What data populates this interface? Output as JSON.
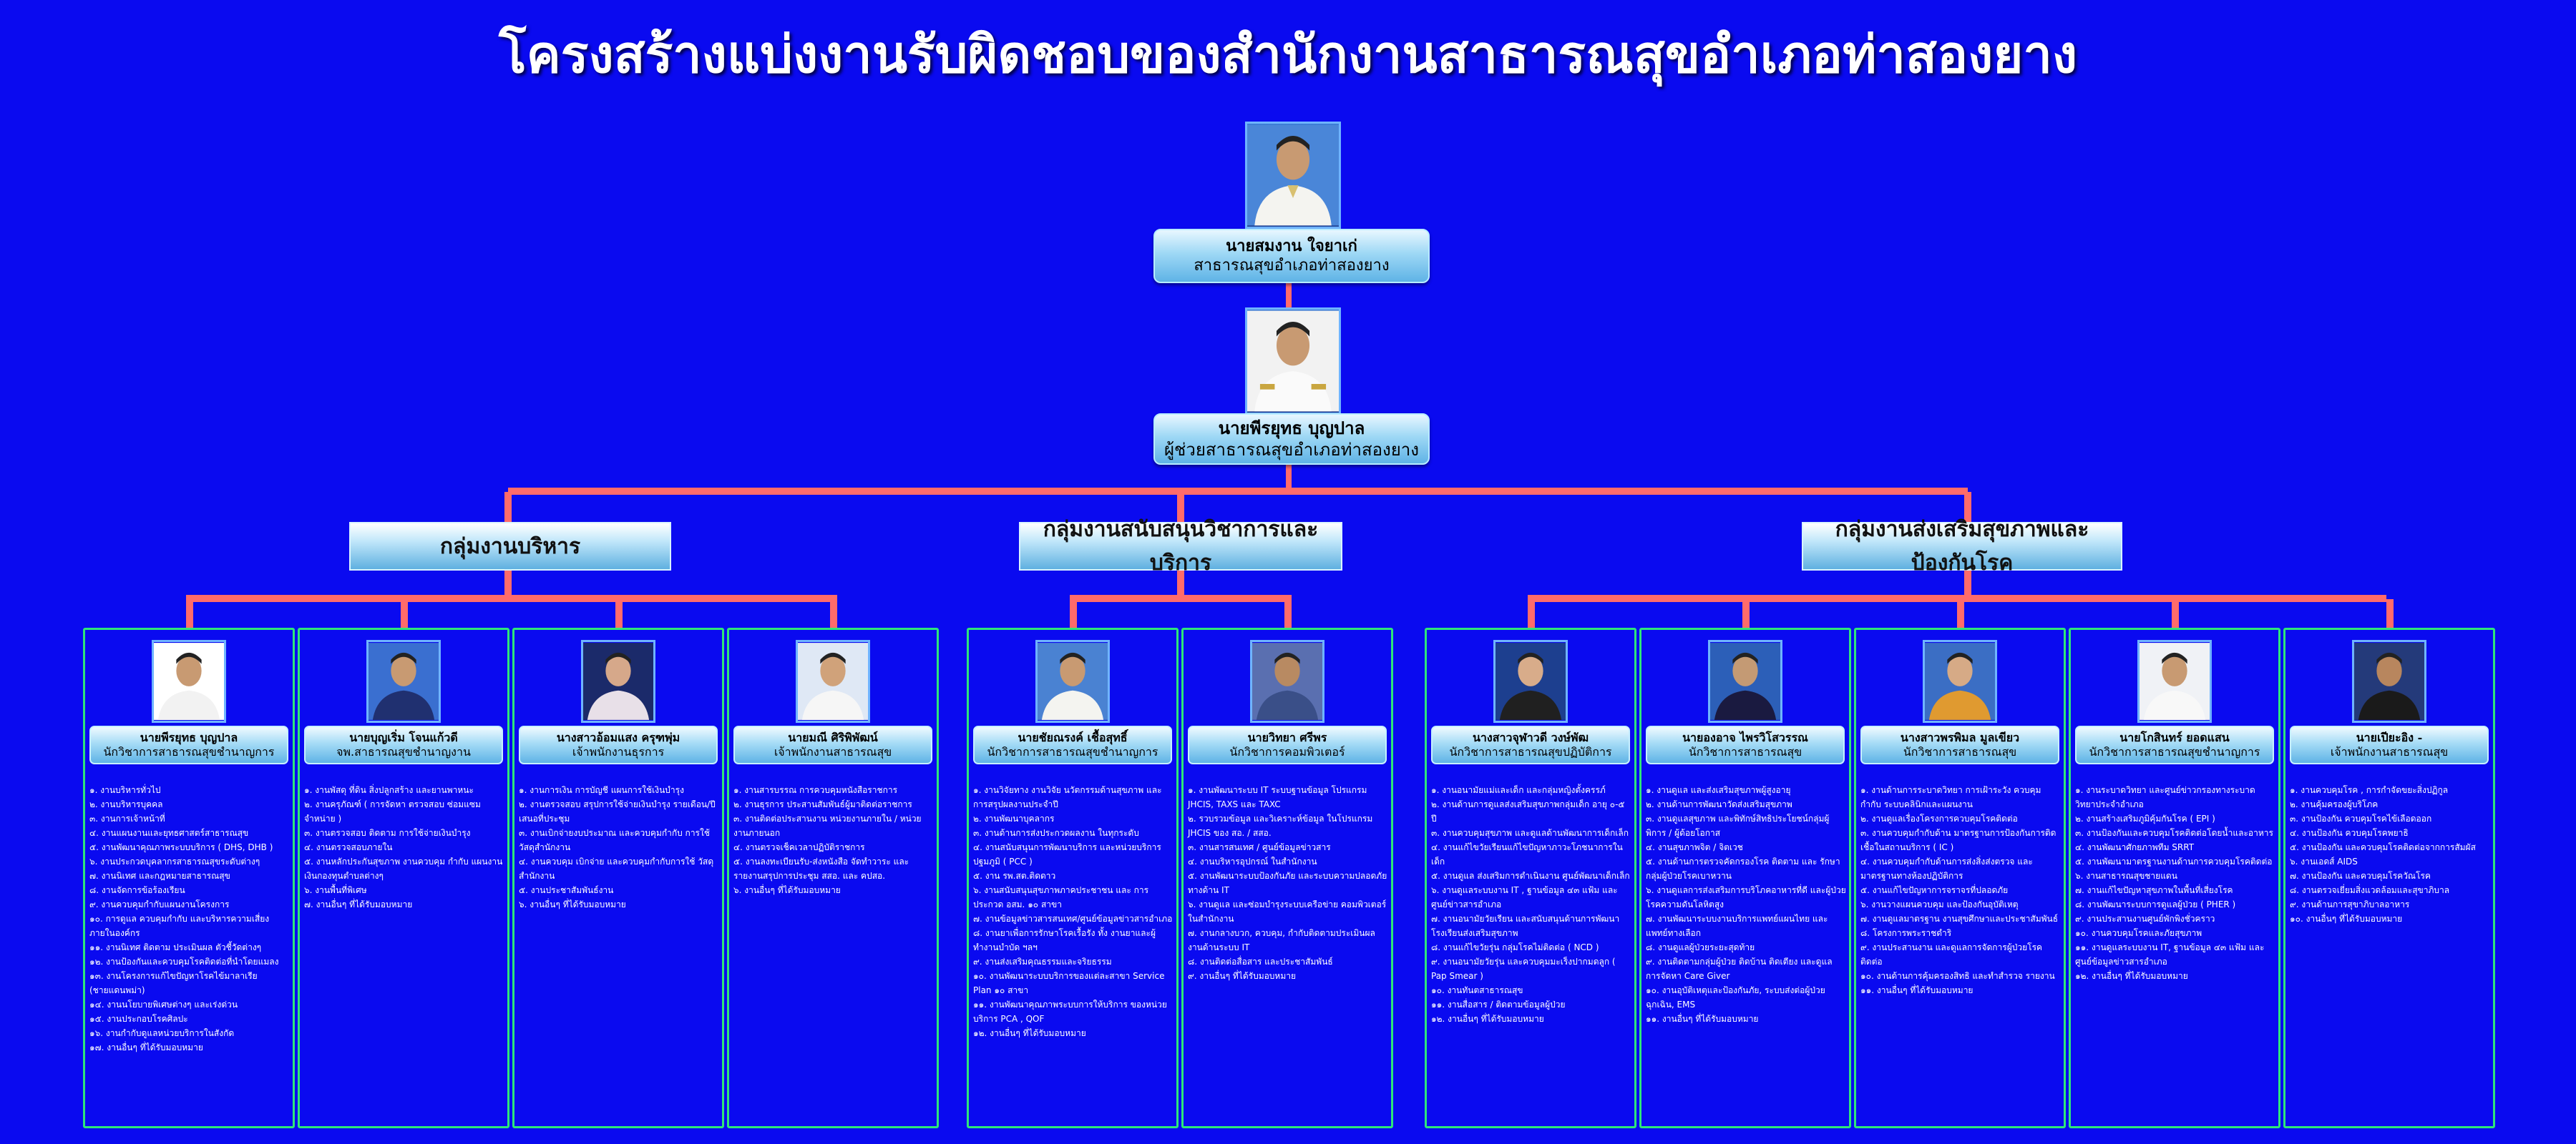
{
  "title": "โครงสร้างแบ่งงานรับผิดชอบของสำนักงานสาธารณสุขอำเภอท่าสองยาง",
  "colors": {
    "background": "#0a0af0",
    "connector": "#ff6b6b",
    "column_border": "#2ee67a"
  },
  "chief": {
    "name": "นายสมงาน  ใจยาเก่",
    "position": "สาธารณสุขอำเภอท่าสองยาง"
  },
  "assistant": {
    "name": "นายพีรยุทธ  บุญปาล",
    "position": "ผู้ช่วยสาธารณสุขอำเภอท่าสองยาง"
  },
  "groups": [
    {
      "label": "กลุ่มงานบริหาร"
    },
    {
      "label": "กลุ่มงานสนับสนุนวิชาการและบริการ"
    },
    {
      "label": "กลุ่มงานส่งเสริมสุขภาพและป้องกันโรค"
    }
  ],
  "staff": [
    {
      "name": "นายพีรยุทธ  บุญปาล",
      "position": "นักวิชาการสาธารณสุขชำนาญการ",
      "duties": [
        "๑. งานบริหารทั่วไป",
        "๒. งานบริหารบุคคล",
        "๓. งานการเจ้าหน้าที่",
        "๔. งานแผนงานและยุทธศาสตร์สาธารณสุข",
        "๕. งานพัฒนาคุณภาพระบบบริการ ( DHS, DHB )",
        "๖. งานประกวดบุคลากรสาธารณสุขระดับต่างๆ",
        "๗. งานนิเทศ และกฎหมายสาธารณสุข",
        "๘. งานจัดการข้อร้องเรียน",
        "๙. งานควบคุมกำกับแผนงานโครงการ",
        "๑๐. การดูแล ควบคุมกำกับ และบริหารความเสี่ยง ภายในองค์กร",
        "๑๑. งานนิเทศ ติดตาม ประเมินผล ตัวชี้วัดต่างๆ",
        "๑๒. งานป้องกันและควบคุมโรคติดต่อที่นำโดยแมลง",
        "๑๓. งานโครงการแก้ไขปัญหาโรคไข้มาลาเรีย (ชายแดนพม่า)",
        "๑๔. งานนโยบายพิเศษต่างๆ และเร่งด่วน",
        "๑๕. งานประกอบโรคศิลปะ",
        "๑๖. งานกำกับดูแลหน่วยบริการในสังกัด",
        "๑๗. งานอื่นๆ ที่ได้รับมอบหมาย"
      ]
    },
    {
      "name": "นายบุญเริ่ม โจนแก้วดี",
      "position": "จพ.สาธารณสุขชำนาญงาน",
      "duties": [
        "๑. งานพัสดุ ที่ดิน สิ่งปลูกสร้าง และยานพาหนะ",
        "๒. งานครุภัณฑ์ ( การจัดหา ตรวจสอบ ซ่อมแซม จำหน่าย )",
        "๓. งานตรวจสอบ ติดตาม การใช้จ่ายเงินบำรุง",
        "๔. งานตรวจสอบภายใน",
        "๕. งานหลักประกันสุขภาพ งานควบคุม กำกับ แผนงานเงินกองทุนตำบลต่างๆ",
        "๖. งานพื้นที่พิเศษ",
        "๗. งานอื่นๆ ที่ได้รับมอบหมาย"
      ]
    },
    {
      "name": "นางสาวอ้อมแสง ครุฑพุ่ม",
      "position": "เจ้าพนักงานธุรการ",
      "duties": [
        "๑. งานการเงิน การบัญชี แผนการใช้เงินบำรุง",
        "๒. งานตรวจสอบ สรุปการใช้จ่ายเงินบำรุง รายเดือน/ปี เสนอที่ประชุม",
        "๓. งานเบิกจ่ายงบประมาณ และควบคุมกำกับ การใช้วัสดุสำนักงาน",
        "๔. งานควบคุม เบิกจ่าย และควบคุมกำกับการใช้ วัสดุสำนักงาน",
        "๕. งานประชาสัมพันธ์งาน",
        "๖. งานอื่นๆ ที่ได้รับมอบหมาย"
      ]
    },
    {
      "name": "นายมณี ศิริพิพัฒน์",
      "position": "เจ้าพนักงานสาธารณสุข",
      "duties": [
        "๑. งานสารบรรณ การควบคุมหนังสือราชการ",
        "๒. งานธุรการ ประสานสัมพันธ์ผู้มาติดต่อราชการ",
        "๓. งานติดต่อประสานงาน หน่วยงานภายใน / หน่วยงานภายนอก",
        "๔. งานตรวจเช็คเวลาปฏิบัติราชการ",
        "๕. งานลงทะเบียนรับ-ส่งหนังสือ จัดทำวาระ และ รายงานสรุปการประชุม สสอ. และ คปสอ.",
        "๖. งานอื่นๆ ที่ได้รับมอบหมาย"
      ]
    },
    {
      "name": "นายชัยณรงค์ เชื้อสุทธิ์",
      "position": "นักวิชาการสาธารณสุขชำนาญการ",
      "duties": [
        "๑. งานวิจัยทาง งานวิจัย นวัตกรรมด้านสุขภาพ และ การสรุปผลงานประจำปี",
        "๒. งานพัฒนาบุคลากร",
        "๓. งานด้านการส่งประกวดผลงาน ในทุกระดับ",
        "๔. งานสนับสนุนการพัฒนาบริการ และหน่วยบริการ ปฐมภูมิ ( PCC )",
        "๕. งาน รพ.สต.ติดดาว",
        "๖. งานสนับสนุนสุขภาพภาคประชาชน และ การประกวด อสม. ๑๐ สาขา",
        "๗. งานข้อมูลข่าวสารสนเทศ/ศูนย์ข้อมูลข่าวสารอำเภอ",
        "๘. งานยาเพื่อการรักษาโรคเรื้อรัง ทั้ง งานยาและผู้ ทำงานบำบัด ฯลฯ",
        "๙. งานส่งเสริมคุณธรรมและจริยธรรม",
        "๑๐. งานพัฒนาระบบบริการของแต่ละสาขา Service Plan ๑๐ สาขา",
        "๑๑. งานพัฒนาคุณภาพระบบการให้บริการ ของหน่วยบริการ PCA , QOF",
        "๑๒. งานอื่นๆ ที่ได้รับมอบหมาย"
      ]
    },
    {
      "name": "นายวิทยา ศรีพร",
      "position": "นักวิชาการคอมพิวเตอร์",
      "duties": [
        "๑. งานพัฒนาระบบ IT ระบบฐานข้อมูล โปรแกรม JHCIS, TAXS และ TAXC",
        "๒. รวบรวมข้อมูล และวิเคราะห์ข้อมูล ในโปรแกรม JHCIS ของ สอ. / สสอ.",
        "๓. งานสารสนเทศ / ศูนย์ข้อมูลข่าวสาร",
        "๔. งานบริหารอุปกรณ์ ในสำนักงาน",
        "๕. งานพัฒนาระบบป้องกันภัย และระบบความปลอดภัยทางด้าน IT",
        "๖. งานดูแล และซ่อมบำรุงระบบเครือข่าย คอมพิวเตอร์ในสำนักงาน",
        "๗. งานกลางบวก, ควบคุม, กำกับติดตามประเมินผลงานด้านระบบ IT",
        "๘. งานติดต่อสื่อสาร และประชาสัมพันธ์",
        "๙. งานอื่นๆ ที่ได้รับมอบหมาย"
      ]
    },
    {
      "name": "นางสาวจุฬาวดี วงษ์พัฒ",
      "position": "นักวิชาการสาธารณสุขปฏิบัติการ",
      "duties": [
        "๑. งานอนามัยแม่และเด็ก และกลุ่มหญิงตั้งครรภ์",
        "๒. งานด้านการดูแลส่งเสริมสุขภาพกลุ่มเด็ก อายุ ๐-๕ ปี",
        "๓. งานควบคุมสุขภาพ และดูแลด้านพัฒนาการเด็กเล็ก",
        "๔. งานแก้ไขวัยเรียนแก้ไขปัญหาภาวะโภชนาการในเด็ก",
        "๕. งานดูแล ส่งเสริมการดำเนินงาน ศูนย์พัฒนาเด็กเล็ก",
        "๖. งานดูแลระบบงาน IT , ฐานข้อมูล ๔๓ แฟ้ม และศูนย์ข่าวสารอำเภอ",
        "๗. งานอนามัยวัยเรียน และสนับสนุนด้านการพัฒนา โรงเรียนส่งเสริมสุขภาพ",
        "๘. งานแก้ไขวัยรุ่น กลุ่มโรคไม่ติดต่อ ( NCD )",
        "๙. งานอนามัยวัยรุ่น และควบคุมมะเร็งปากมดลูก ( Pap Smear )",
        "๑๐. งานทันตสาธารณสุข",
        "๑๑. งานสื่อสาร / ติดตามข้อมูลผู้ป่วย",
        "๑๒. งานอื่นๆ ที่ได้รับมอบหมาย"
      ]
    },
    {
      "name": "นายองอาจ ไพรวิโสวรรณ",
      "position": "นักวิชาการสาธารณสุข",
      "duties": [
        "๑. งานดูแล และส่งเสริมสุขภาพผู้สูงอายุ",
        "๒. งานด้านการพัฒนาวัดส่งเสริมสุขภาพ",
        "๓. งานดูแลสุขภาพ และพิทักษ์สิทธิประโยชน์กลุ่มผู้พิการ / ผู้ด้อยโอกาส",
        "๔. งานสุขภาพจิต / จิตเวช",
        "๕. งานด้านการตรวจคัดกรองโรค ติดตาม และ รักษากลุ่มผู้ป่วยโรคเบาหวาน",
        "๖. งานดูแลการส่งเสริมการบริโภคอาหารที่ดี และผู้ป่วยโรคความดันโลหิตสูง",
        "๗. งานพัฒนาระบบงานบริการแพทย์แผนไทย และแพทย์ทางเลือก",
        "๘. งานดูแลผู้ป่วยระยะสุดท้าย",
        "๙. งานติดตามกลุ่มผู้ป่วย ติดบ้าน ติดเตียง และดูแลการจัดหา Care Giver",
        "๑๐. งานอุบัติเหตุและป้องกันภัย, ระบบส่งต่อผู้ป่วย ฉุกเฉิน, EMS",
        "๑๑. งานอื่นๆ ที่ได้รับมอบหมาย"
      ]
    },
    {
      "name": "นางสาวพรพิมล มูลเขียว",
      "position": "นักวิชาการสาธารณสุข",
      "duties": [
        "๑. งานด้านการระบาดวิทยา การเฝ้าระวัง ควบคุมกำกับ ระบบคลินิกและแผนงาน",
        "๒. งานดูแลเรื่องโครงการควบคุมโรคติดต่อ",
        "๓. งานควบคุมกำกับด้าน มาตรฐานการป้องกันการติดเชื้อในสถานบริการ ( IC )",
        "๔. งานควบคุมกำกับด้านการส่งสิ่งส่งตรวจ และมาตรฐานทางห้องปฏิบัติการ",
        "๕. งานแก้ไขปัญหาการจราจรที่ปลอดภัย",
        "๖. งานวางแผนควบคุม และป้องกันอุบัติเหตุ",
        "๗. งานดูแลมาตรฐาน งานสุขศึกษาและประชาสัมพันธ์",
        "๘. โครงการพระราชดำริ",
        "๙. งานประสานงาน และดูแลการจัดการผู้ป่วยโรคติดต่อ",
        "๑๐. งานด้านการคุ้มครองสิทธิ และทำสำรวจ รายงาน",
        "๑๑. งานอื่นๆ ที่ได้รับมอบหมาย"
      ]
    },
    {
      "name": "นายโกสินทร์ ยอดแสน",
      "position": "นักวิชาการสาธารณสุขชำนาญการ",
      "duties": [
        "๑. งานระบาดวิทยา และศูนย์ข่าวกรองทางระบาดวิทยาประจำอำเภอ",
        "๒. งานสร้างเสริมภูมิคุ้มกันโรค ( EPI )",
        "๓. งานป้องกันและควบคุมโรคติดต่อโดยน้ำและอาหาร",
        "๔. งานพัฒนาศักยภาพทีม SRRT",
        "๕. งานพัฒนามาตรฐานงานด้านการควบคุมโรคติดต่อ",
        "๖. งานสาธารณสุขชายแดน",
        "๗. งานแก้ไขปัญหาสุขภาพในพื้นที่เสี่ยงโรค",
        "๘. งานพัฒนาระบบการดูแลผู้ป่วย ( PHER )",
        "๙. งานประสานงานศูนย์พักพิงชั่วคราว",
        "๑๐. งานควบคุมโรคและภัยสุขภาพ",
        "๑๑. งานดูแลระบบงาน IT, ฐานข้อมูล ๔๓ แฟ้ม และศูนย์ข้อมูลข่าวสารอำเภอ",
        "๑๒. งานอื่นๆ ที่ได้รับมอบหมาย"
      ]
    },
    {
      "name": "นายเปียะอิง  -",
      "position": "เจ้าพนักงานสาธารณสุข",
      "duties": [
        "๑. งานควบคุมโรค , การกำจัดขยะสิ่งปฏิกูล",
        "๒. งานคุ้มครองผู้บริโภค",
        "๓. งานป้องกัน ควบคุมโรคไข้เลือดออก",
        "๔. งานป้องกัน ควบคุมโรคพยาธิ",
        "๕. งานป้องกัน และควบคุมโรคติดต่อจากการสัมผัส",
        "๖. งานเอดส์ AIDS",
        "๗. งานป้องกัน และควบคุมโรควัณโรค",
        "๘. งานตรวจเยี่ยมสิ่งแวดล้อมและสุขาภิบาล",
        "๙. งานด้านการสุขาภิบาลอาหาร",
        "๑๐. งานอื่นๆ ที่ได้รับมอบหมาย"
      ]
    }
  ]
}
